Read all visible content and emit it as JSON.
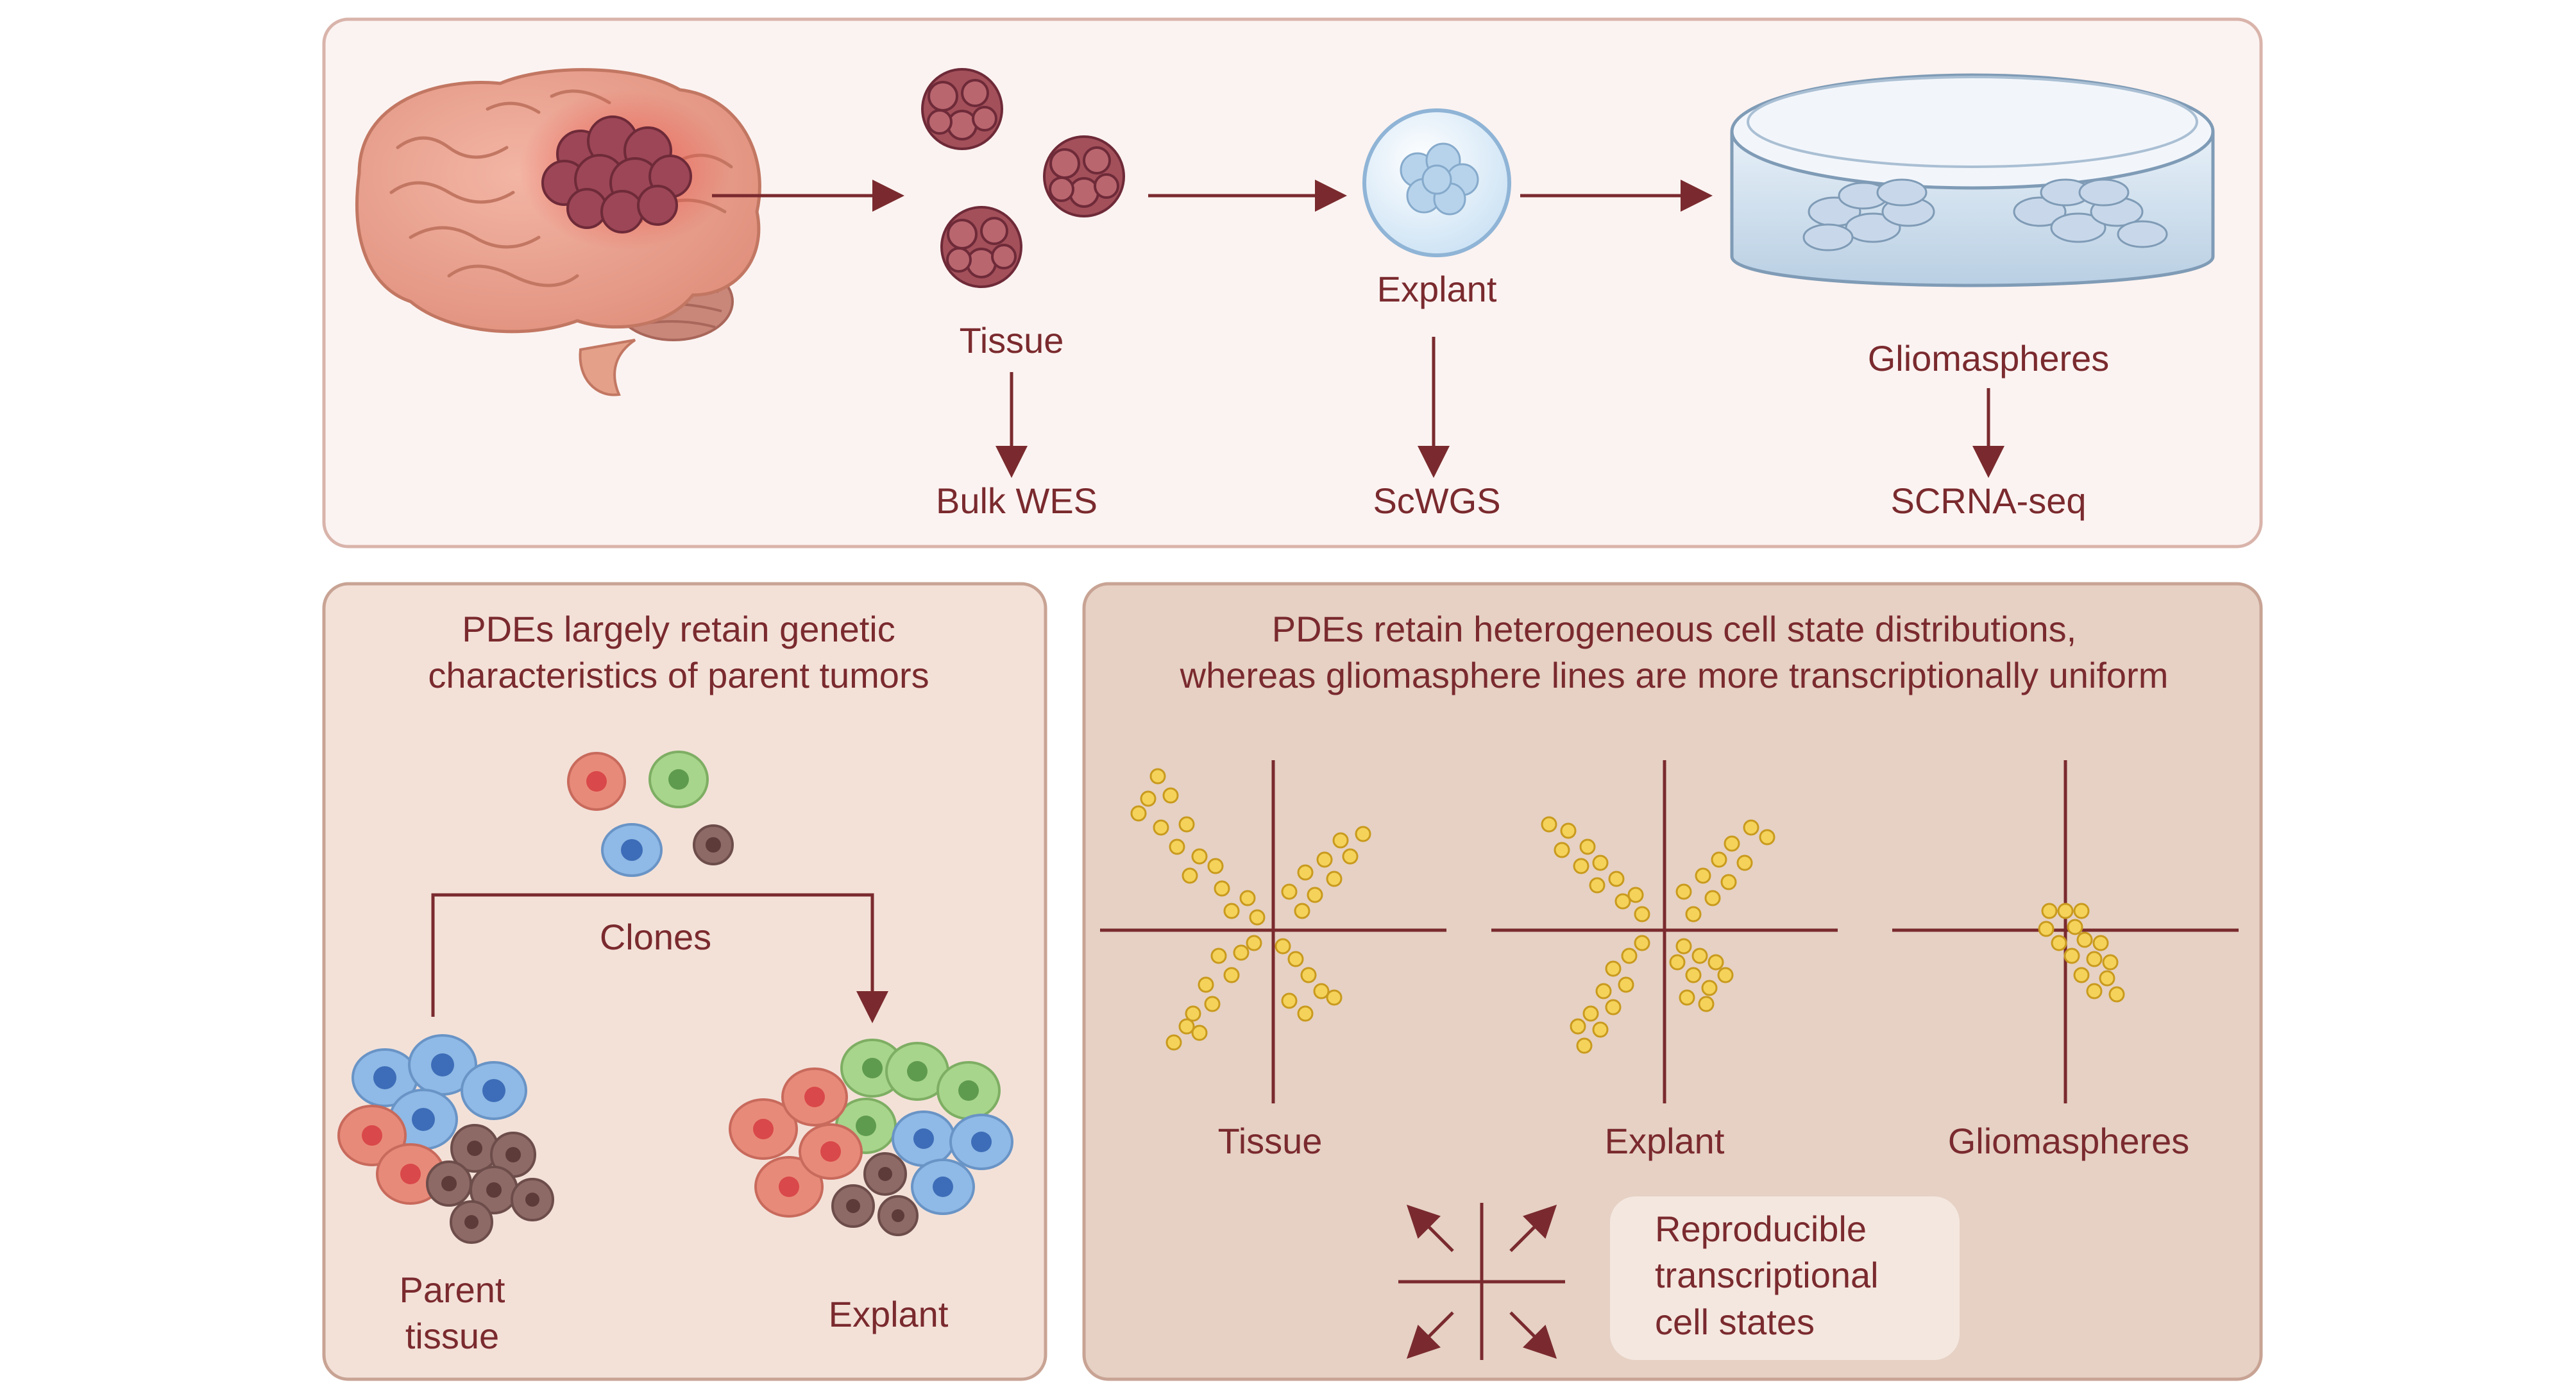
{
  "top_panel": {
    "steps": [
      {
        "label": "Tissue",
        "assay": "Bulk WES"
      },
      {
        "label": "Explant",
        "assay": "ScWGS"
      },
      {
        "label": "Gliomaspheres",
        "assay": "SCRNA-seq"
      }
    ]
  },
  "left_panel": {
    "title_line1": "PDEs largely retain genetic",
    "title_line2": "characteristics of parent tumors",
    "clones_label": "Clones",
    "parent_line1": "Parent",
    "parent_line2": "tissue",
    "explant_label": "Explant"
  },
  "right_panel": {
    "title_line1": "PDEs retain heterogeneous cell state distributions,",
    "title_line2": "whereas gliomasphere lines are more transcriptionally uniform",
    "plots": [
      {
        "label": "Tissue"
      },
      {
        "label": "Explant"
      },
      {
        "label": "Gliomaspheres"
      }
    ],
    "box_line1": "Reproducible",
    "box_line2": "transcriptional",
    "box_line3": "cell states"
  },
  "colors": {
    "accent": "#7a2a2e",
    "panel_top_bg": "#fbf3f1",
    "panel_left_bg": "#f3e1d8",
    "panel_right_bg": "#e6d1c4",
    "dot_fill": "#f5d35b",
    "dot_stroke": "#c99a1e"
  }
}
